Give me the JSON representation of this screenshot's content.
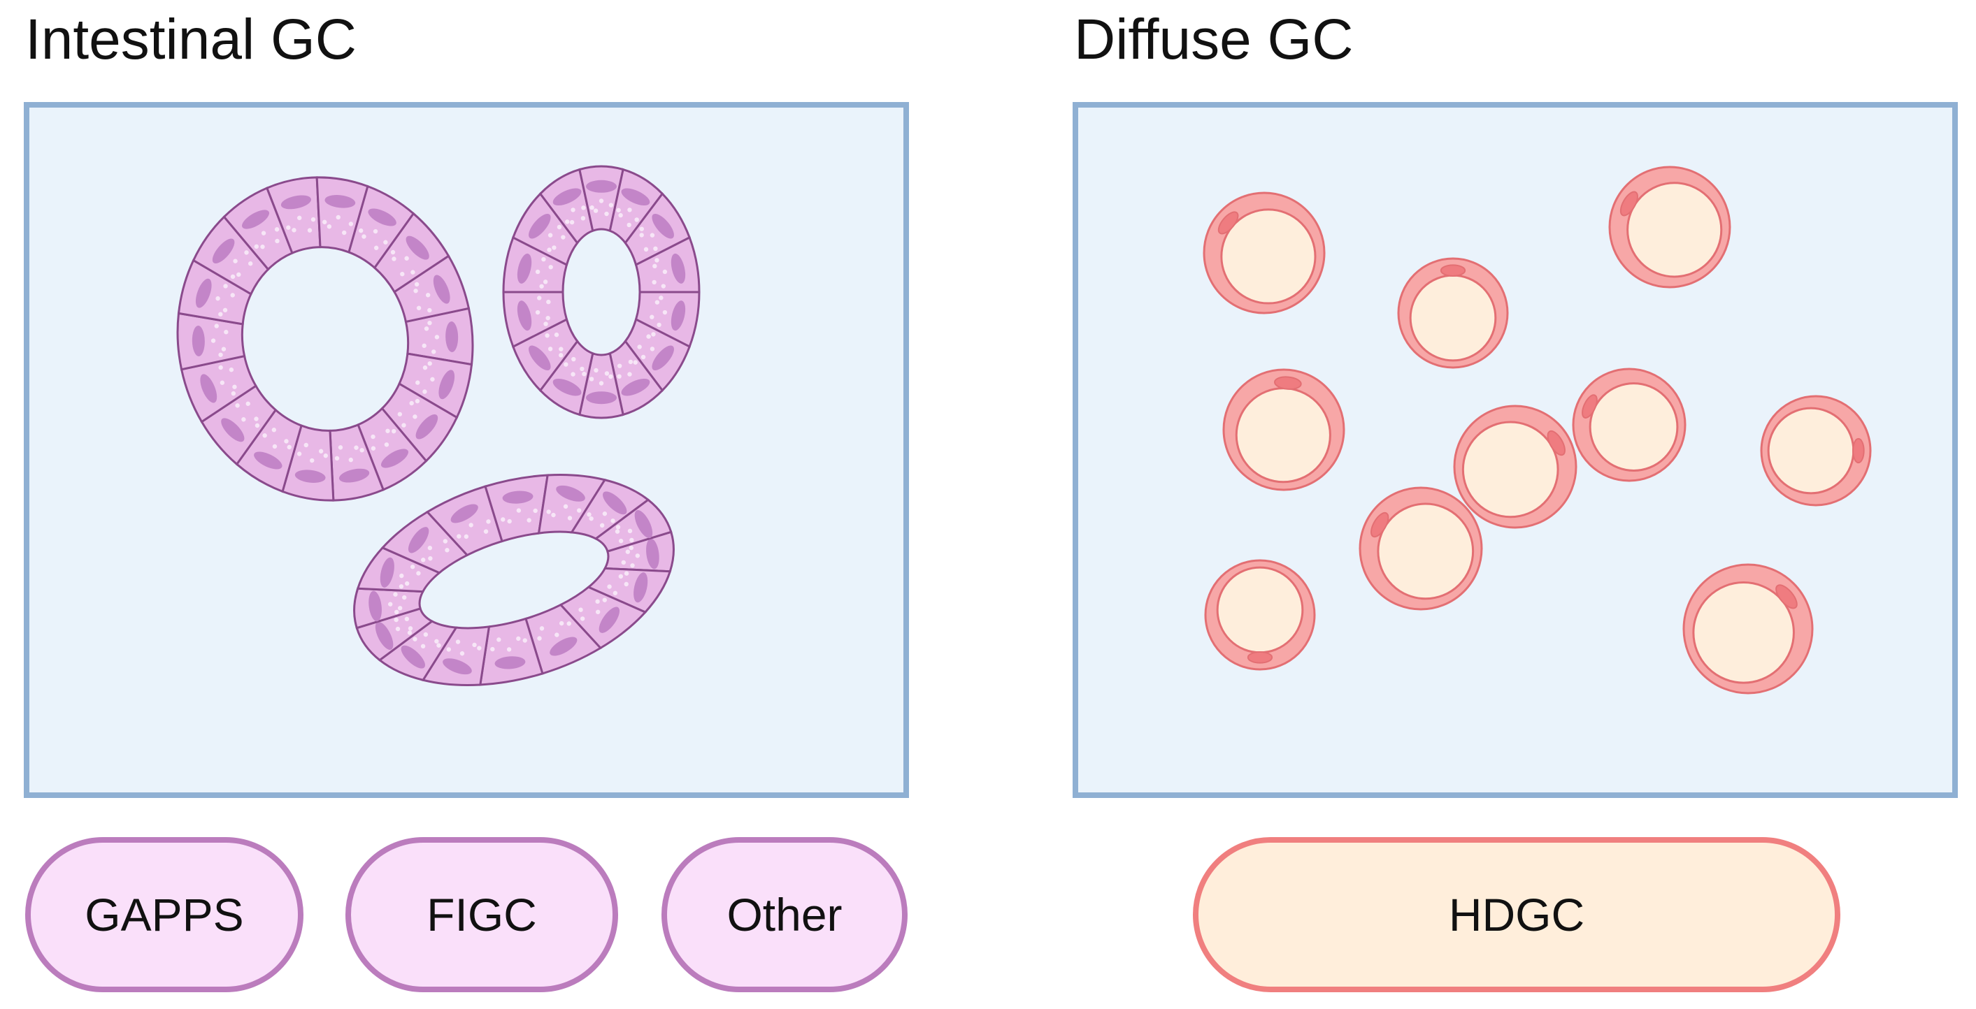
{
  "panels": {
    "left": {
      "title": "Intestinal GC"
    },
    "right": {
      "title": "Diffuse GC"
    }
  },
  "pills": {
    "gapps": "GAPPS",
    "figc": "FIGC",
    "other": "Other",
    "hdgc": "HDGC"
  },
  "colors": {
    "panel_fill": "#eaf3fb",
    "panel_border": "#8fb0d3",
    "gland_cell_fill": "#e8b8e6",
    "gland_cell_stroke": "#8a4a8c",
    "gland_nucleus": "#c385c8",
    "signet_cell_outer": "#f7a7a7",
    "signet_cell_stroke": "#e36f73",
    "signet_cell_inner": "#feeedc",
    "signet_nucleus": "#ef7c80",
    "pill_purple_fill": "#fae0fa",
    "pill_purple_border": "#bb7cbd",
    "pill_peach_fill": "#ffeedb",
    "pill_peach_border": "#f07f7f"
  }
}
